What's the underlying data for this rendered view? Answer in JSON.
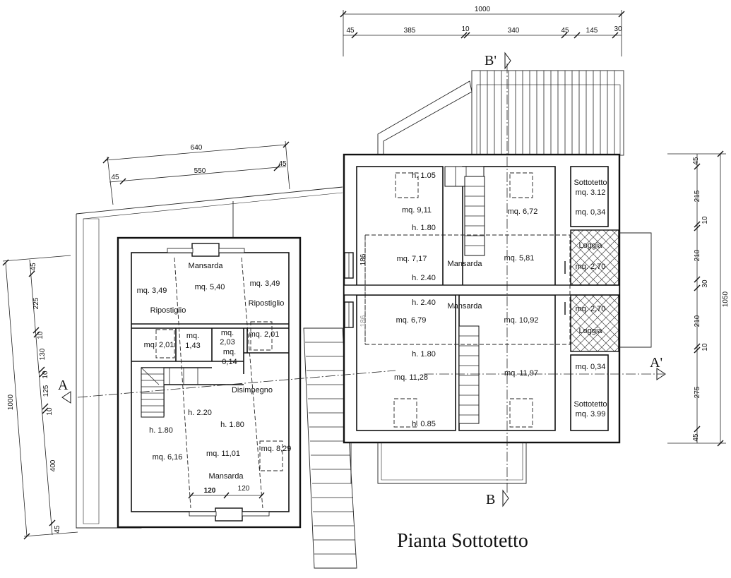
{
  "title": "Pianta Sottotetto",
  "sections": {
    "a": "A",
    "a_prime": "A'",
    "b": "B",
    "b_prime": "B'"
  },
  "dims": {
    "right_top_total": "1000",
    "right_top_parts": [
      "45",
      "385",
      "10",
      "340",
      "45",
      "145",
      "30"
    ],
    "left_top_total": "640",
    "left_top_parts": [
      "45",
      "550",
      "45"
    ],
    "left_side_total": "1000",
    "left_side_parts": [
      "45",
      "225",
      "10",
      "130",
      "10",
      "125",
      "10",
      "400",
      "45"
    ],
    "right_side_total": "1050",
    "right_side_parts": [
      "45",
      "215",
      "10",
      "210",
      "30",
      "210",
      "10",
      "275",
      "45"
    ],
    "bottom_left": [
      "120",
      "120"
    ]
  },
  "left_unit": {
    "mansarda_top": "Mansarda",
    "area_left": "mq. 3,49",
    "area_center": "mq. 5,40",
    "area_right": "mq. 3,49",
    "ripostiglio_left": "Ripostiglio",
    "ripostiglio_right": "Ripostiglio",
    "area_store1": "mq. 2,01",
    "area_store2a": "mq.",
    "area_store2b": "1,43",
    "area_store3a": "mq.",
    "area_store3b": "2,03",
    "area_store4": "mq. 2,01",
    "area_small_a": "mq.",
    "area_small_b": "0,14",
    "disimpegno": "Disimpegno",
    "h_220": "h. 2.20",
    "h_180_left": "h. 1.80",
    "h_180_right": "h. 1.80",
    "area_ml": "mq. 6,16",
    "area_mc": "mq. 11,01",
    "area_mr": "mq. 8,29",
    "mansarda_bottom": "Mansarda"
  },
  "right_unit": {
    "h_105": "h. 1.05",
    "area_tl": "mq. 9,11",
    "area_tr": "mq. 6,72",
    "h_180_a": "h. 1.80",
    "dim_186_top": "186",
    "area_ml1": "mq. 7,17",
    "mansarda_a": "Mansarda",
    "area_mr1": "mq. 5,81",
    "h_240_a": "h. 2.40",
    "h_240_b": "h. 2.40",
    "mansarda_b": "Mansarda",
    "dim_186_bottom": "186",
    "area_ml2": "mq. 6,79",
    "area_mr2": "mq. 10,92",
    "h_180_b": "h. 1.80",
    "area_bl": "mq. 11,28",
    "area_br": "mq. 11,97",
    "h_085": "h. 0.85",
    "sottotetto_top": "Sottotetto",
    "sottotetto_top_area": "mq. 3.12",
    "area_034_top": "mq. 0,34",
    "loggia_top": "Loggia",
    "loggia_top_area": "mq. 2,70",
    "loggia_bottom_area": "mq. 2,70",
    "loggia_bottom": "Loggia",
    "area_034_bottom": "mq. 0,34",
    "sottotetto_bottom": "Sottotetto",
    "sottotetto_bottom_area": "mq. 3.99"
  }
}
